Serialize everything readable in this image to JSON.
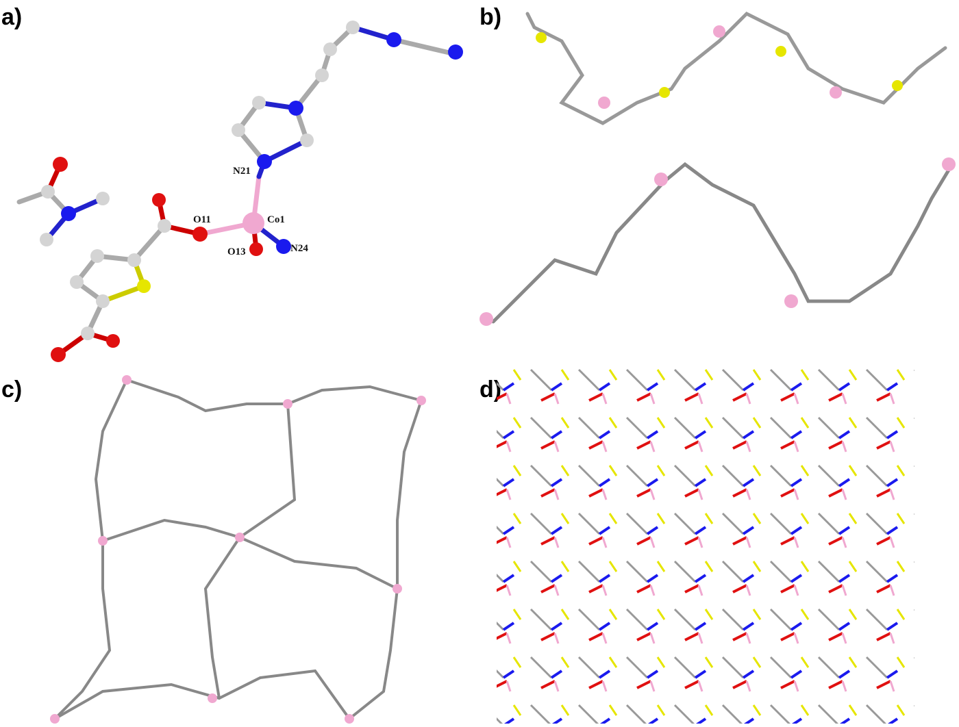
{
  "figure": {
    "panels": [
      {
        "id": "a",
        "label": "a)",
        "description": "ball-and-stick asymmetric unit with Co coordination"
      },
      {
        "id": "b",
        "label": "b)",
        "description": "ball-and-stick chains of thiophenedicarboxylate-Co and bis-imidazole-Co"
      },
      {
        "id": "c",
        "label": "c)",
        "description": "stick-model ring/loop of the 2D network"
      },
      {
        "id": "d",
        "label": "d)",
        "description": "stick-model packing of the framework"
      }
    ],
    "atom_labels": {
      "n21": "N21",
      "o11": "O11",
      "co1": "Co1",
      "o13": "O13",
      "n24": "N24"
    },
    "colors": {
      "carbon": "#c8c8c8",
      "hydrogen": "#8a8a8a",
      "nitrogen": "#1a1aee",
      "oxygen": "#e01010",
      "sulfur": "#e6e600",
      "cobalt": "#f0a8d0"
    }
  }
}
